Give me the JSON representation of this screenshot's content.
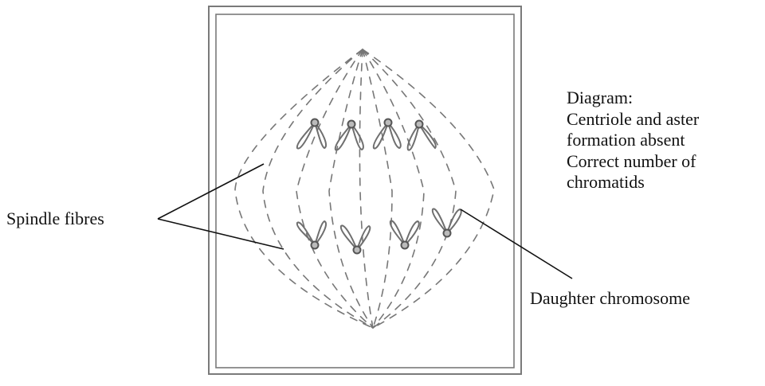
{
  "labels": {
    "spindle_fibres": "Spindle fibres",
    "daughter_chromosome": "Daughter chromosome"
  },
  "caption": {
    "lines": [
      "Diagram:",
      "Centriole and aster",
      "formation absent",
      "Correct number of",
      "chromatids"
    ]
  },
  "colors": {
    "pencil": "#777777",
    "frame": "#7a7a7a",
    "chromosome_fill": "#bbbbbb",
    "leader_line": "#111111"
  }
}
